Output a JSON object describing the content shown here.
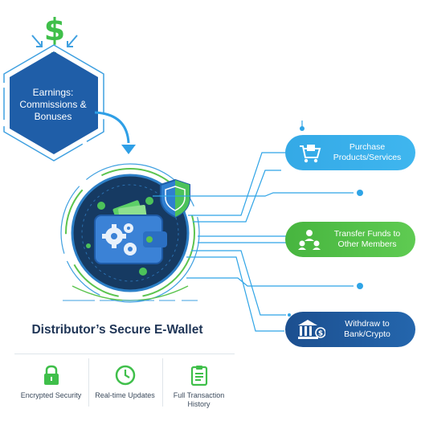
{
  "earnings": {
    "label": "Earnings:\nCommissions &\nBonuses"
  },
  "wallet": {
    "title": "Distributor’s Secure E-Wallet"
  },
  "actions": [
    {
      "label": "Purchase\nProducts/Services",
      "icon": "shopping-cart-icon",
      "color": "#3fb6ef"
    },
    {
      "label": "Transfer Funds to\nOther Members",
      "icon": "people-network-icon",
      "color": "#55c14a"
    },
    {
      "label": "Withdraw to\nBank/Crypto",
      "icon": "bank-icon",
      "color": "#1f5c9e"
    }
  ],
  "features": [
    {
      "label": "Encrypted Security",
      "icon": "padlock-icon"
    },
    {
      "label": "Real-time Updates",
      "icon": "clock-icon"
    },
    {
      "label": "Full Transaction\nHistory",
      "icon": "clipboard-list-icon"
    }
  ],
  "colors": {
    "dark_blue": "#1f5c9e",
    "light_blue": "#3fb6ef",
    "green": "#55c14a",
    "navy": "#16325c"
  }
}
